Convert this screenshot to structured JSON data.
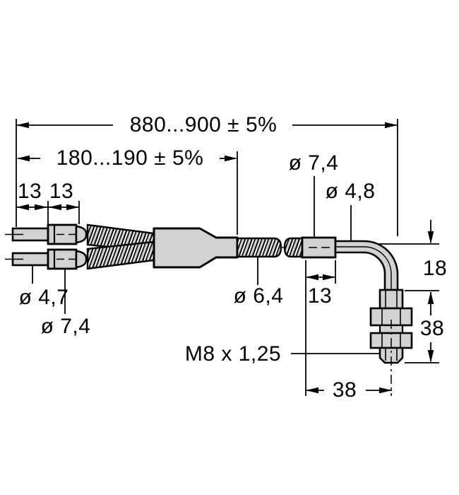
{
  "drawing": {
    "type": "technical-dimension-drawing",
    "subject": "Y-splitter fiber optic cable with right-angle M8 threaded sensor end",
    "colors": {
      "background": "#ffffff",
      "line": "#000000",
      "body_fill": "#d2d2d2",
      "sheath_fill": "#d2d2d2"
    },
    "dimensions": {
      "overall_length": "880...900 ± 5%",
      "branch_length": "180...190 ± 5%",
      "branch_tip_length": "13",
      "branch_ferrule_length": "13",
      "branch_tip_diameter": "ø 4,7",
      "branch_ferrule_diameter": "ø 7,4",
      "main_sheath_diameter": "ø 6,4",
      "end_ferrule_diameter": "ø 7,4",
      "end_tube_diameter": "ø 4,8",
      "end_ferrule_length": "13",
      "bend_drop": "18",
      "thread_length": "38",
      "bend_width": "38",
      "thread_spec": "M8 x 1,25"
    }
  }
}
